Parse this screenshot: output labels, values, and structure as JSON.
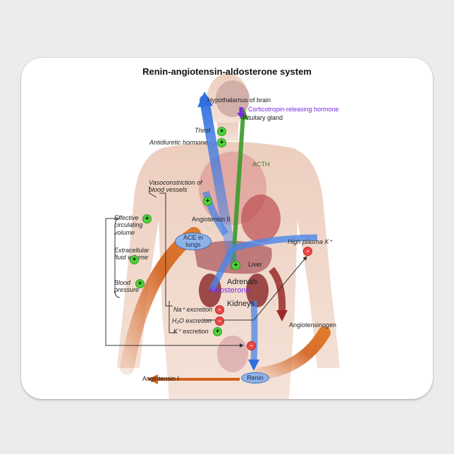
{
  "title": "Renin-angiotensin-aldosterone system",
  "labels": {
    "hypothalamus": "Hypothalamus of brain",
    "crh": "Corticotropin-releasing hormone",
    "pituitary": "Pituitary gland",
    "acth": "ACTH",
    "thirst": "Thirst",
    "adh": "Antidiuretic hormone",
    "vasoconstriction": "Vasoconstriction of blood vessels",
    "angiotensin2": "Angiotensin II",
    "ace": "ACE in lungs",
    "effective_volume": "Effective circulating volume",
    "ecf_volume": "Extracellular fluid volume",
    "blood_pressure": "Blood pressure",
    "high_k": "High plasma K⁺",
    "liver": "Liver",
    "adrenals": "Adrenals",
    "aldosterone": "Aldosterone",
    "kidneys": "Kidneys",
    "na_excretion": "Na⁺ excretion",
    "h2o_excretion": "H₂O excretion",
    "k_excretion": "K⁺ excretion",
    "angiotensinogen": "Angiotensinogen",
    "renin": "Renin",
    "angiotensin1": "Angiotensin I"
  },
  "signs": {
    "plus": "+",
    "minus": "-"
  },
  "colors": {
    "blue_arrow": "#4a86e8",
    "green_arrow": "#3a9a2a",
    "orange_arrow": "#d2601a",
    "red_arrow": "#9a2a2a",
    "purple_text": "#7a2be0",
    "plus_badge": "#4fd33b",
    "minus_badge": "#ee4a4a"
  }
}
